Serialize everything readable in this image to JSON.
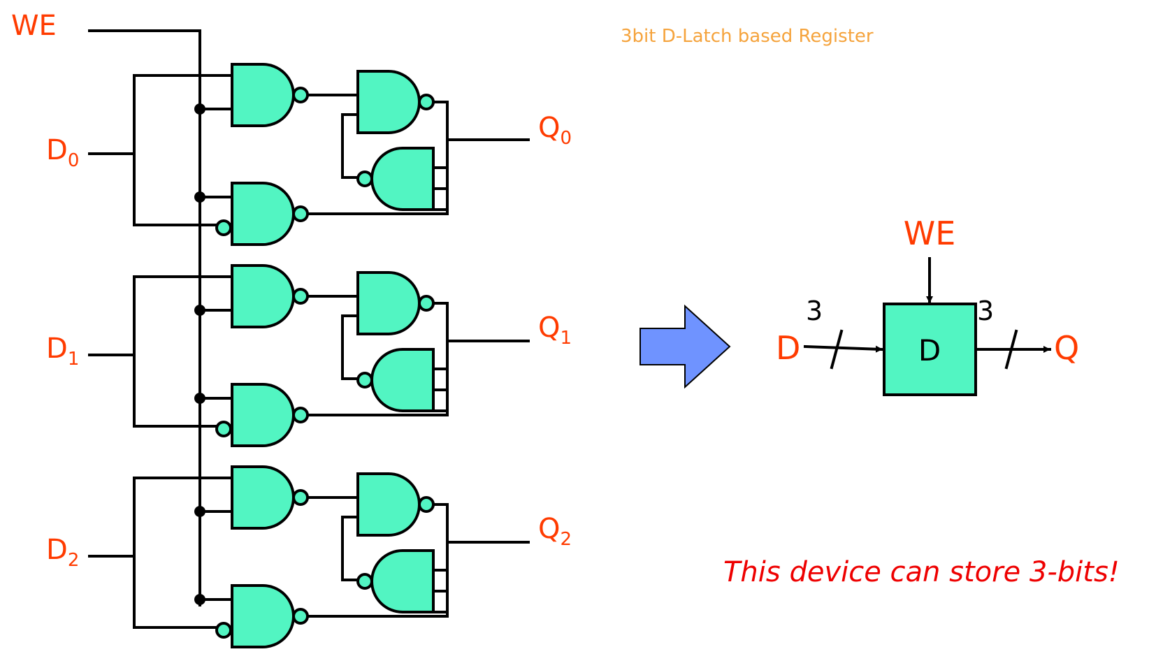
{
  "title": "3bit D-Latch based Register",
  "colors": {
    "label": "#ff3b00",
    "title": "#f5a33c",
    "gate_fill": "#52f5c2",
    "arrow_fill": "#6f93ff",
    "caption": "#ee0000"
  },
  "circuit": {
    "we_label": "WE",
    "inputs": [
      {
        "letter": "D",
        "sub": "0"
      },
      {
        "letter": "D",
        "sub": "1"
      },
      {
        "letter": "D",
        "sub": "2"
      }
    ],
    "outputs": [
      {
        "letter": "Q",
        "sub": "0"
      },
      {
        "letter": "Q",
        "sub": "1"
      },
      {
        "letter": "Q",
        "sub": "2"
      }
    ]
  },
  "block": {
    "we_label": "WE",
    "d_label": "D",
    "q_label": "Q",
    "box_label": "D",
    "width_in": "3",
    "width_out": "3"
  },
  "caption": "This device can store 3-bits!"
}
